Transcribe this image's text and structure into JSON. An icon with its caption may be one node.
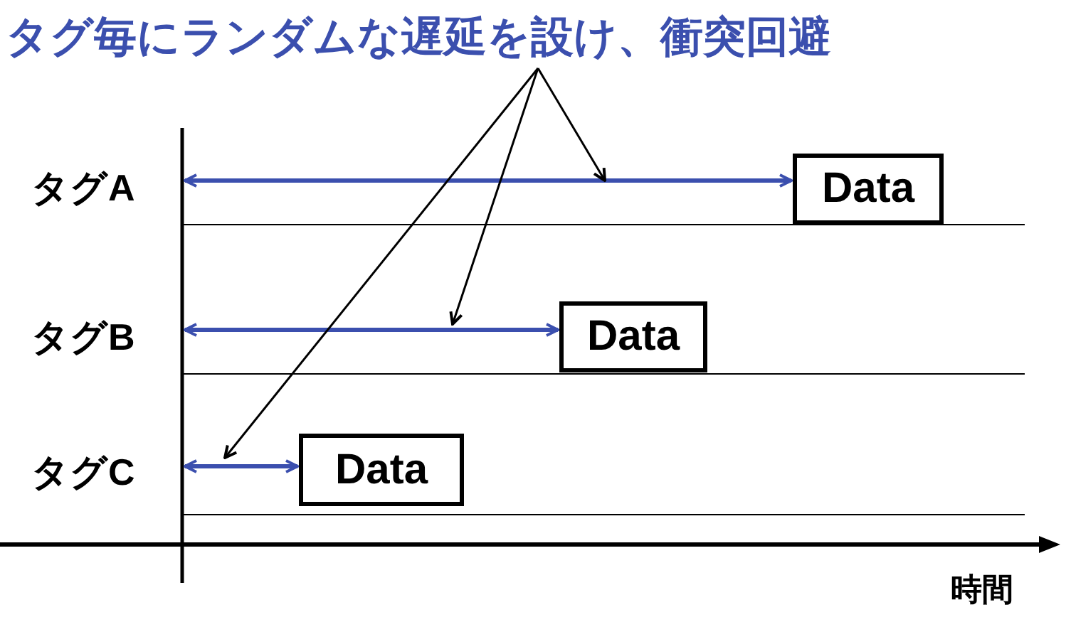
{
  "diagram": {
    "title": "タグ毎にランダムな遅延を設け、衝突回避",
    "nodes": [
      {
        "text": [
          "Data"
        ]
      },
      {
        "text": [
          "Data"
        ]
      },
      {
        "text": [
          "Data"
        ]
      }
    ],
    "edges": [
      {
        "from": null,
        "to": 0,
        "arrow": "both",
        "color": "#3b4fae"
      },
      {
        "from": null,
        "to": 1,
        "arrow": "both",
        "color": "#3b4fae"
      },
      {
        "from": null,
        "to": 2,
        "arrow": "both",
        "color": "#3b4fae"
      }
    ],
    "labels": [
      "タグA",
      "タグB",
      "タグC",
      "時間"
    ]
  }
}
